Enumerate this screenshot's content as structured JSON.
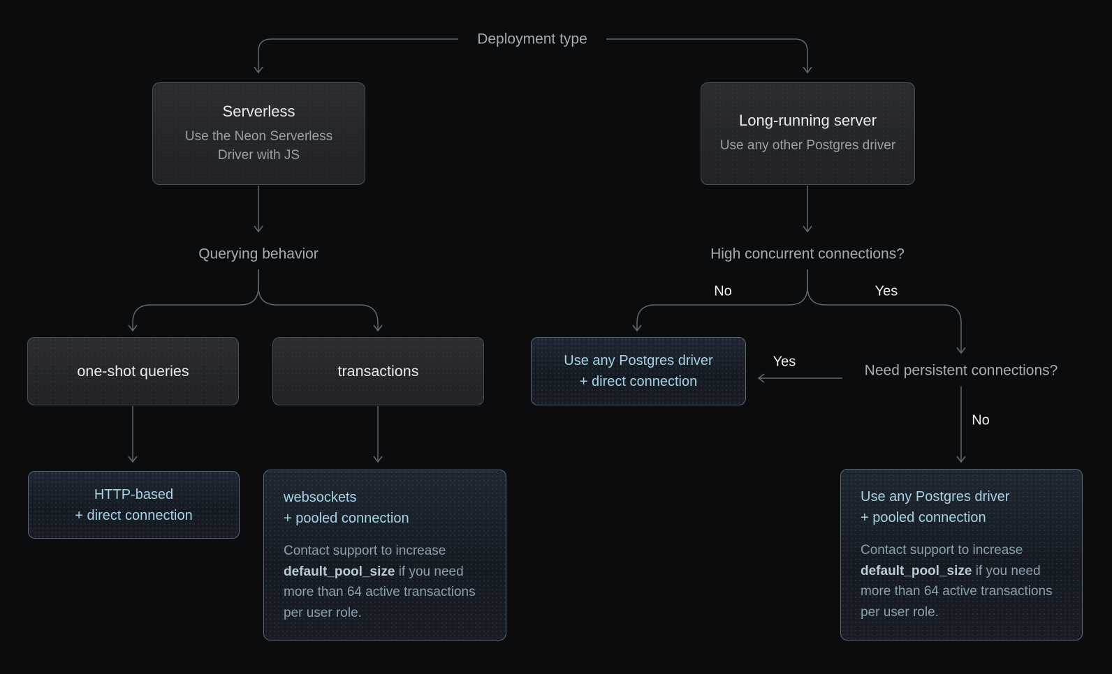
{
  "diagram": {
    "title_hint": "Postgres driver decision tree",
    "colors": {
      "background": "#0b0c0d",
      "connector": "#61676e",
      "label_text": "#a4adb6",
      "branch_text": "#edeff1",
      "box_gray_fill": "#26282c",
      "box_gray_border": "#494d54",
      "box_blue_fill": "#171c24",
      "box_blue_border": "#5a6876",
      "accent_blue_text": "#a6d3e6",
      "note_text": "#8ba0ad",
      "note_bold_text": "#b9cbd6",
      "title_text": "#e9ebee",
      "subtitle_text": "#99a1ab"
    }
  },
  "labels": {
    "deployment_type": "Deployment type",
    "querying_behavior": "Querying behavior",
    "high_concurrent": "High concurrent connections?",
    "need_persistent": "Need persistent connections?",
    "no_high_concurrency": "No",
    "yes_high_concurrency": "Yes",
    "yes_persistent": "Yes",
    "no_persistent": "No"
  },
  "nodes": {
    "serverless": {
      "title": "Serverless",
      "subtitle": "Use the Neon Serverless Driver with JS"
    },
    "long_running": {
      "title": "Long-running server",
      "subtitle": "Use any other Postgres driver"
    },
    "one_shot": {
      "label": "one-shot queries"
    },
    "transactions": {
      "label": "transactions"
    },
    "http_direct": {
      "line1": "HTTP-based",
      "line2": "+ direct connection"
    },
    "websockets_pooled": {
      "line1": "websockets",
      "line2": "+ pooled connection",
      "note_pre": "Contact support to increase ",
      "note_bold": "default_pool_size",
      "note_post": " if you need more than 64 active transactions per user role."
    },
    "any_driver_direct": {
      "line1": "Use any Postgres driver",
      "line2": "+ direct connection"
    },
    "any_driver_pooled": {
      "line1": "Use any Postgres driver",
      "line2": "+ pooled connection",
      "note_pre": "Contact support to increase ",
      "note_bold": "default_pool_size",
      "note_post": " if you need more than 64 active transactions per user role."
    }
  }
}
